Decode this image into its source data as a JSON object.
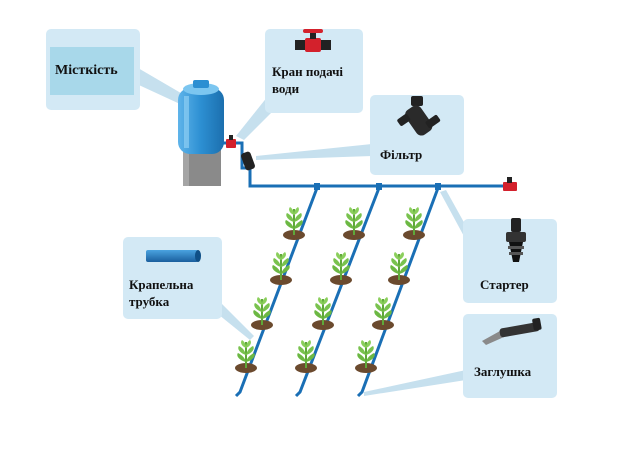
{
  "labels": {
    "tank": "Місткість",
    "valve": "Кран подачі води",
    "filter": "Фільтр",
    "drip_tube": "Крапельна трубка",
    "starter": "Стартер",
    "end_plug": "Заглушка"
  },
  "colors": {
    "callout_fill": "#d3e9f5",
    "callout_leader": "#c6e0ee",
    "tank_label_box": "#a8d8ea",
    "pipe": "#1a6fb5",
    "tank_blue": "#2c8fd2",
    "tank_stand": "#8a8a8a",
    "valve_red": "#d3212c",
    "fitting_dark": "#222222",
    "soil": "#6b4a2e",
    "plant_green": "#5fa83a"
  },
  "icons": [
    "tank-icon",
    "valve-icon",
    "filter-icon",
    "drip-tube-icon",
    "starter-icon",
    "end-plug-icon",
    "plant-icon"
  ]
}
